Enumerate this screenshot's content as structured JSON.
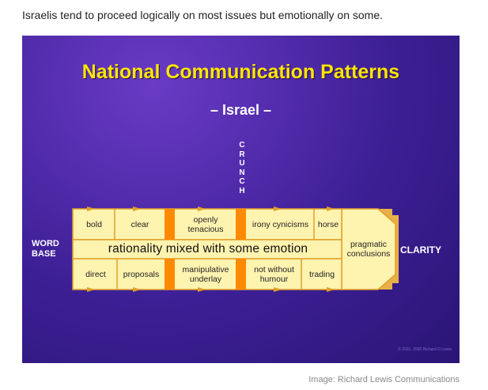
{
  "caption": "Israelis tend to proceed logically on most issues but emotionally on some.",
  "slide": {
    "title": "National Communication Patterns",
    "subtitle": "– Israel –",
    "crunch": "CRUNCH",
    "left_label": "WORD BASE",
    "right_label": "CLARITY",
    "middle": "rationality mixed with some emotion",
    "end_label": "pragmatic conclusions",
    "top_cells": [
      "bold",
      "clear",
      "openly tenacious",
      "irony cynicisms",
      "horse"
    ],
    "bottom_cells": [
      "direct",
      "proposals",
      "manipulative underlay",
      "not without humour",
      "trading"
    ],
    "copyright": "© 2001, 2005 Richard D Lewis",
    "colors": {
      "background": "#3d1f95",
      "title": "#ffe600",
      "box": "#fff3b0",
      "bar": "#ff8a00"
    }
  },
  "image_credit": "Image: Richard Lewis Communications"
}
